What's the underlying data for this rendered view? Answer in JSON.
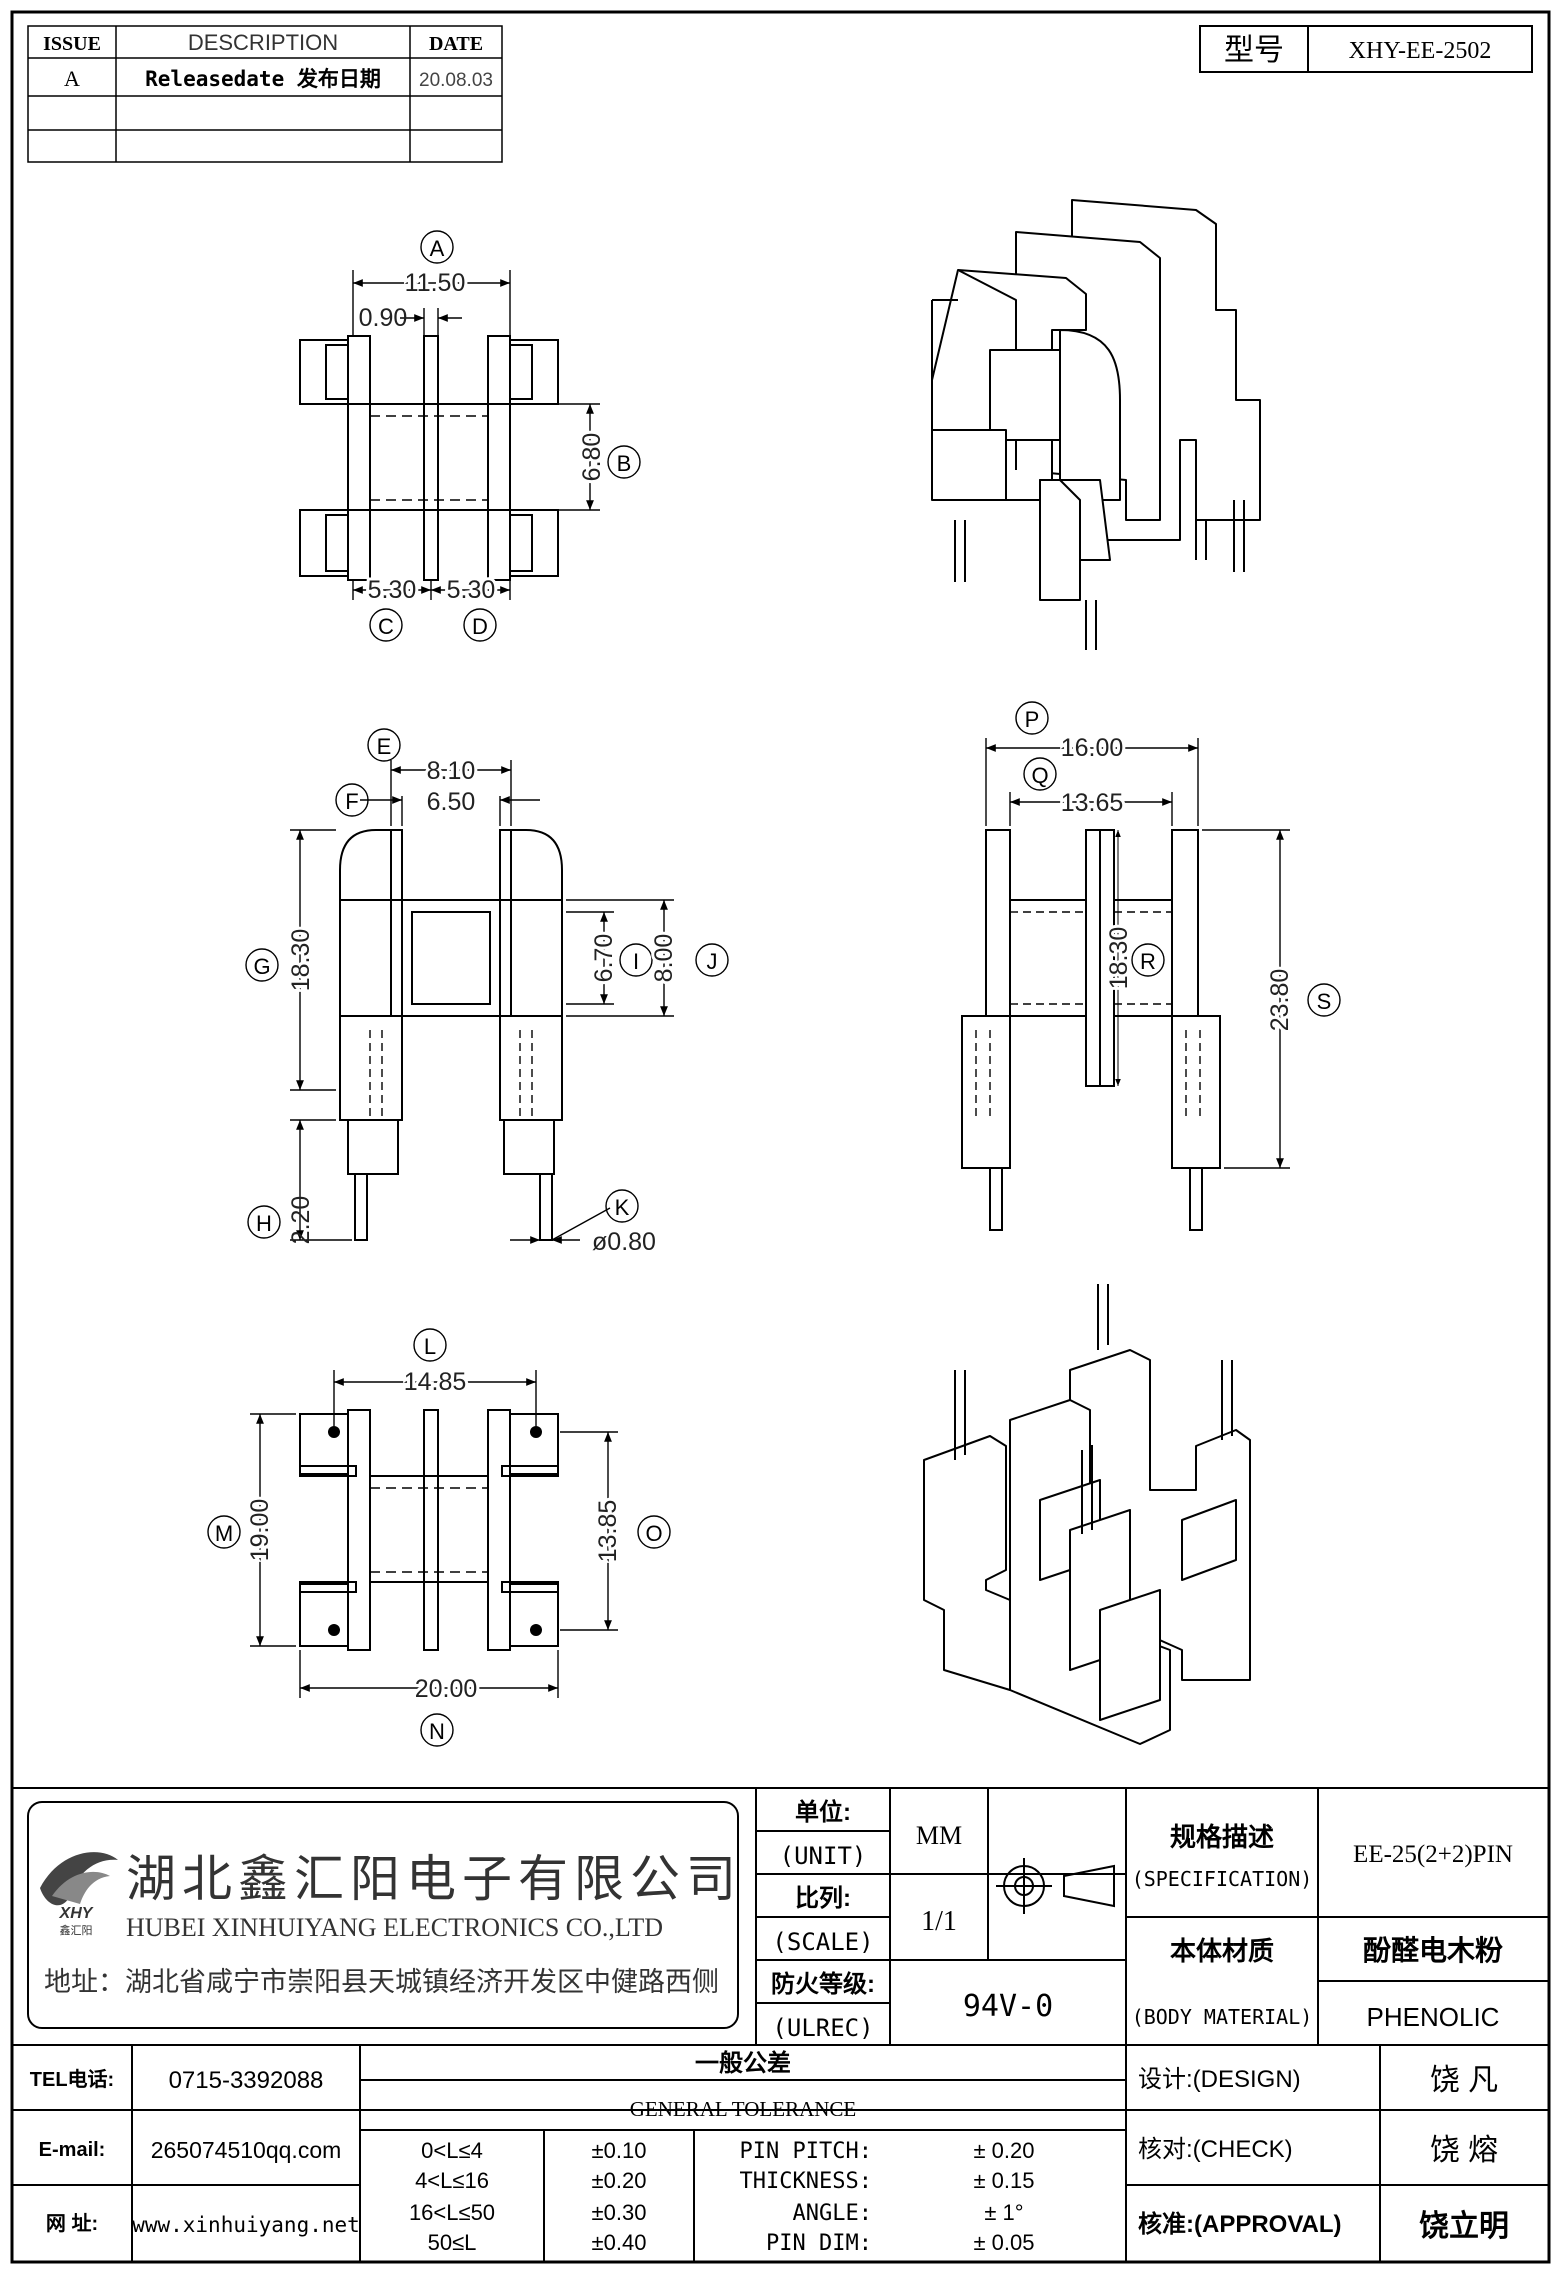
{
  "revision_table": {
    "headers": [
      "ISSUE",
      "DESCRIPTION",
      "DATE"
    ],
    "rows": [
      {
        "issue": "A",
        "description": "Releasedate 发布日期",
        "date": "20.08.03"
      },
      {
        "issue": "",
        "description": "",
        "date": ""
      },
      {
        "issue": "",
        "description": "",
        "date": ""
      }
    ]
  },
  "model": {
    "label": "型号",
    "value": "XHY-EE-2502"
  },
  "dimensions": {
    "A": "11.50",
    "A2": "0.90",
    "B": "6.80",
    "C": "5.30",
    "D": "5.30",
    "E": "8.10",
    "F": "6.50",
    "G": "18.30",
    "H": "2.20",
    "I": "6.70",
    "J": "8.00",
    "K": "ø0.80",
    "L": "14.85",
    "M": "19.00",
    "N": "20.00",
    "O": "13.85",
    "P": "16.00",
    "Q": "13.65",
    "R": "18.30",
    "S": "23.80"
  },
  "company": {
    "name_cn": "湖北鑫汇阳电子有限公司",
    "name_en": "HUBEI XINHUIYANG ELECTRONICS CO.,LTD",
    "address": "地址：湖北省咸宁市崇阳县天城镇经济开发区中健路西侧",
    "logo_text": "XHY",
    "logo_sub": "鑫汇阳"
  },
  "contact": {
    "tel_label": "TEL电话:",
    "tel": "0715-3392088",
    "email_label": "E-mail:",
    "email": "265074510qq.com",
    "web_label": "网  址:",
    "web": "www.xinhuiyang.net"
  },
  "spec": {
    "unit_label_cn": "单位:",
    "unit_label_en": "(UNIT)",
    "unit": "MM",
    "scale_label_cn": "比列:",
    "scale_label_en": "(SCALE)",
    "scale": "1/1",
    "ul_label_cn": "防火等级:",
    "ul_label_en": "(ULREC)",
    "ul": "94V-0",
    "spec_label_cn": "规格描述",
    "spec_label_en": "(SPECIFICATION)",
    "spec_value": "EE-25(2+2)PIN",
    "material_label_cn": "本体材质",
    "material_label_en": "(BODY MATERIAL)",
    "material_cn": "酚醛电木粉",
    "material_en": "PHENOLIC"
  },
  "tolerance": {
    "title_cn": "一般公差",
    "title_en": "GENERAL TOLERANCE",
    "rows": [
      {
        "range": "0<L≤4",
        "tol": "±0.10",
        "item": "PIN PITCH:",
        "value": "± 0.20"
      },
      {
        "range": "4<L≤16",
        "tol": "±0.20",
        "item": "THICKNESS:",
        "value": "± 0.15"
      },
      {
        "range": "16<L≤50",
        "tol": "±0.30",
        "item": "ANGLE:",
        "value": "± 1°"
      },
      {
        "range": "50≤L",
        "tol": "±0.40",
        "item": "PIN DIM:",
        "value": "± 0.05"
      }
    ]
  },
  "signoff": {
    "design_label": "设计:(DESIGN)",
    "design": "饶  凡",
    "check_label": "核对:(CHECK)",
    "check": "饶  熔",
    "approval_label": "核准:(APPROVAL)",
    "approval": "饶立明"
  }
}
